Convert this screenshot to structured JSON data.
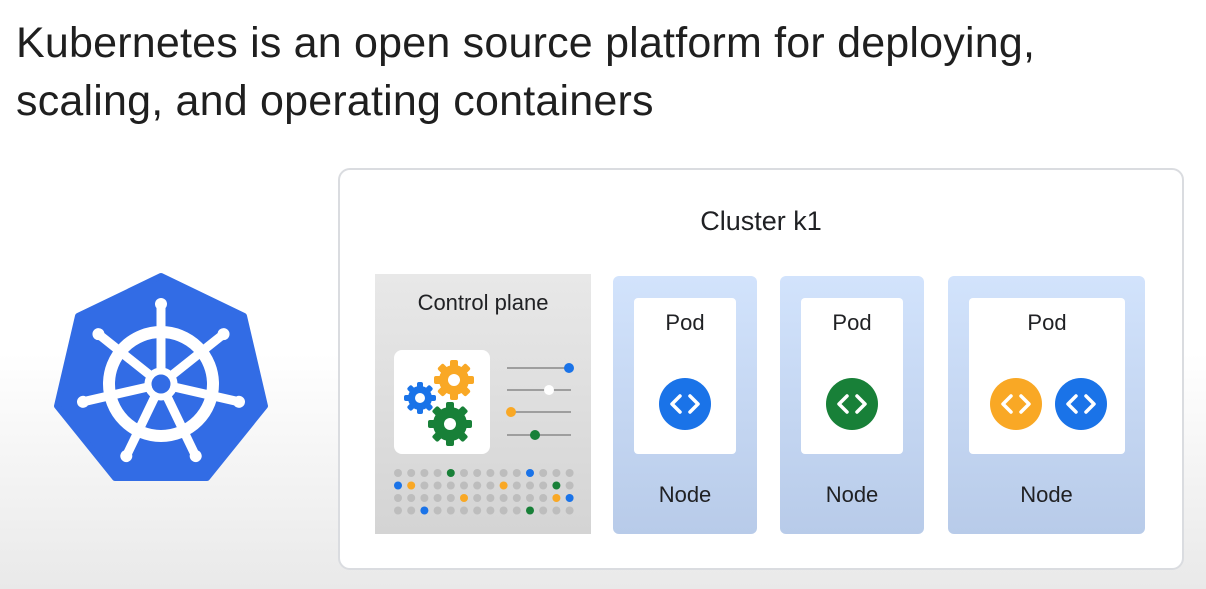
{
  "title": {
    "line1": "Kubernetes is an open source platform for deploying,",
    "line2": "scaling, and operating containers"
  },
  "logo": {
    "icon": "kubernetes-helm-wheel-icon",
    "color": "#326ce5"
  },
  "cluster": {
    "label": "Cluster k1",
    "control_plane": {
      "label": "Control plane",
      "icons": [
        "gears-icon",
        "sliders-icon",
        "dot-grid-icon"
      ]
    },
    "nodes": [
      {
        "label": "Node",
        "pod": {
          "label": "Pod",
          "containers": [
            {
              "icon": "code-brackets-icon",
              "color": "#1a73e8"
            }
          ]
        }
      },
      {
        "label": "Node",
        "pod": {
          "label": "Pod",
          "containers": [
            {
              "icon": "code-brackets-icon",
              "color": "#188038"
            }
          ]
        }
      },
      {
        "label": "Node",
        "pod": {
          "label": "Pod",
          "containers": [
            {
              "icon": "code-brackets-icon",
              "color": "#f9a825"
            },
            {
              "icon": "code-brackets-icon",
              "color": "#1a73e8"
            }
          ]
        }
      }
    ]
  },
  "colors": {
    "blue": "#1a73e8",
    "green": "#188038",
    "yellow": "#f9a825",
    "node_bg": "#c8daf5",
    "control_plane_bg": "#dcdcdc"
  }
}
